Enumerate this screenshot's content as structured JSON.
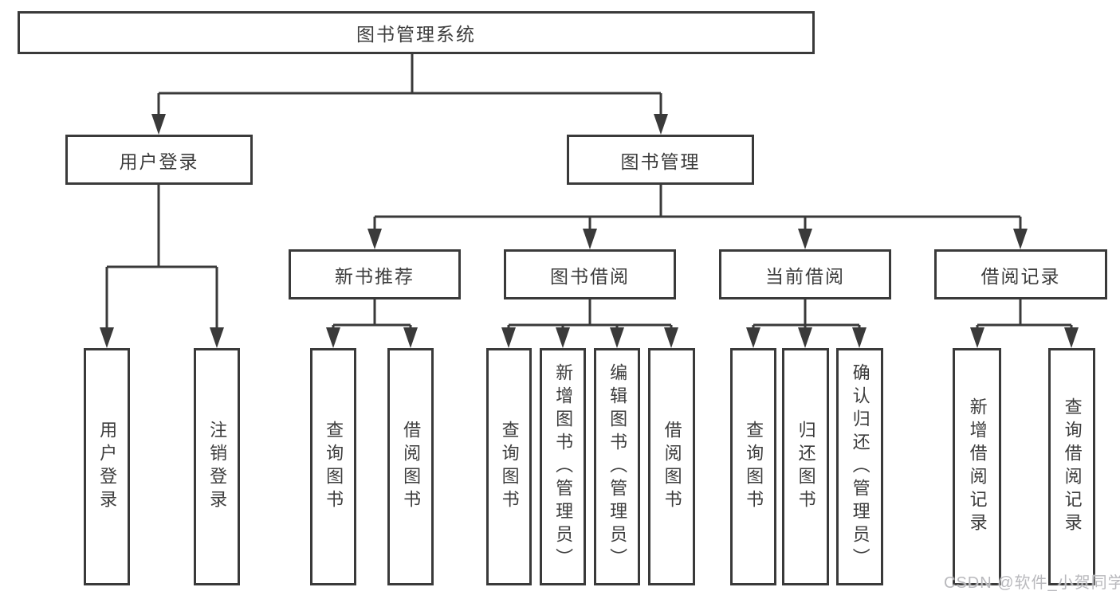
{
  "colors": {
    "line": "#3a3a3a",
    "text": "#3d3d3d",
    "watermark": "#b9b9bd",
    "background": "#ffffff"
  },
  "watermark": {
    "text": "CSDN @软件_小贺同学"
  },
  "tree": {
    "root": "图书管理系统",
    "children": [
      {
        "label": "用户登录",
        "children": [
          "用户登录",
          "注销登录"
        ]
      },
      {
        "label": "图书管理",
        "children": [
          {
            "label": "新书推荐",
            "children": [
              "查询图书",
              "借阅图书"
            ]
          },
          {
            "label": "图书借阅",
            "children": [
              "查询图书",
              "新增图书（管理员）",
              "编辑图书（管理员）",
              "借阅图书"
            ]
          },
          {
            "label": "当前借阅",
            "children": [
              "查询图书",
              "归还图书",
              "确认归还（管理员）"
            ]
          },
          {
            "label": "借阅记录",
            "children": [
              "新增借阅记录",
              "查询借阅记录"
            ]
          }
        ]
      }
    ]
  }
}
